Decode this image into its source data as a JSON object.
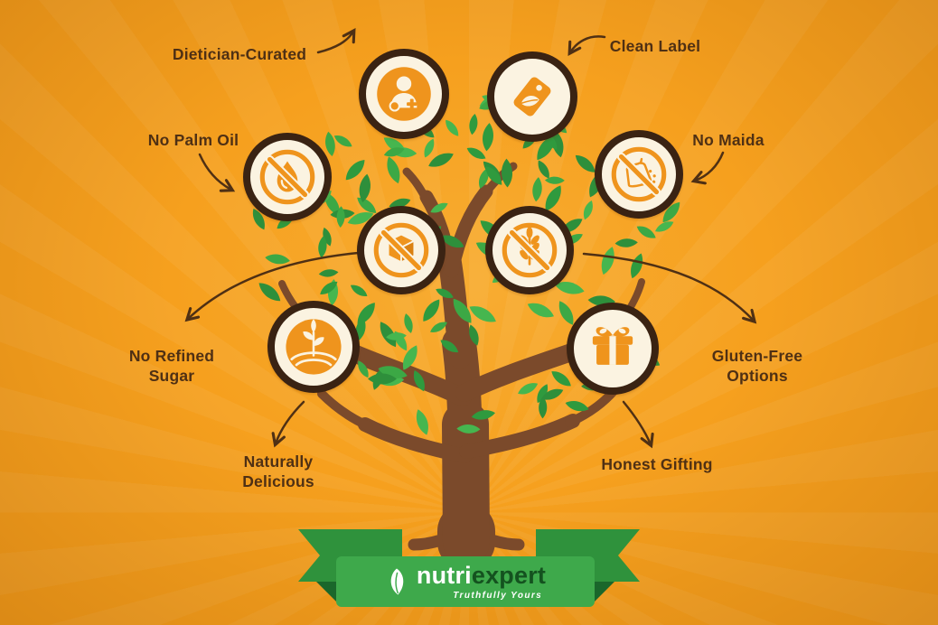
{
  "features": {
    "dietician_curated": {
      "label": "Dietician-Curated",
      "icon": "dietician-icon"
    },
    "clean_label": {
      "label": "Clean Label",
      "icon": "leaf-tag-icon"
    },
    "no_palm_oil": {
      "label": "No Palm Oil",
      "icon": "no-oil-drop-icon"
    },
    "no_maida": {
      "label": "No Maida",
      "icon": "no-flour-sack-icon"
    },
    "no_refined_sugar": {
      "line1": "No Refined",
      "line2": "Sugar",
      "icon": "no-sugar-cube-icon"
    },
    "gluten_free_options": {
      "line1": "Gluten-Free",
      "line2": "Options",
      "icon": "no-wheat-icon"
    },
    "naturally_delicious": {
      "line1": "Naturally",
      "line2": "Delicious",
      "icon": "sprout-field-icon"
    },
    "honest_gifting": {
      "label": "Honest Gifting",
      "icon": "gift-box-icon"
    }
  },
  "brand": {
    "name_prefix": "nutri",
    "name_suffix": "expert",
    "tagline": "Truthfully Yours",
    "icon": "leaf-swoosh-icon"
  },
  "colors": {
    "background_orange": "#F6A01E",
    "icon_orange": "#EF941D",
    "leaf_green": "#3CA845",
    "trunk_brown": "#7B4A2B",
    "badge_ring_brown": "#3A2313",
    "badge_face_cream": "#FBF3E1",
    "ribbon_green": "#3EA94B",
    "ribbon_dark_green": "#2F923C",
    "label_brown": "#4F3014",
    "brand_dark_green": "#14521F"
  }
}
